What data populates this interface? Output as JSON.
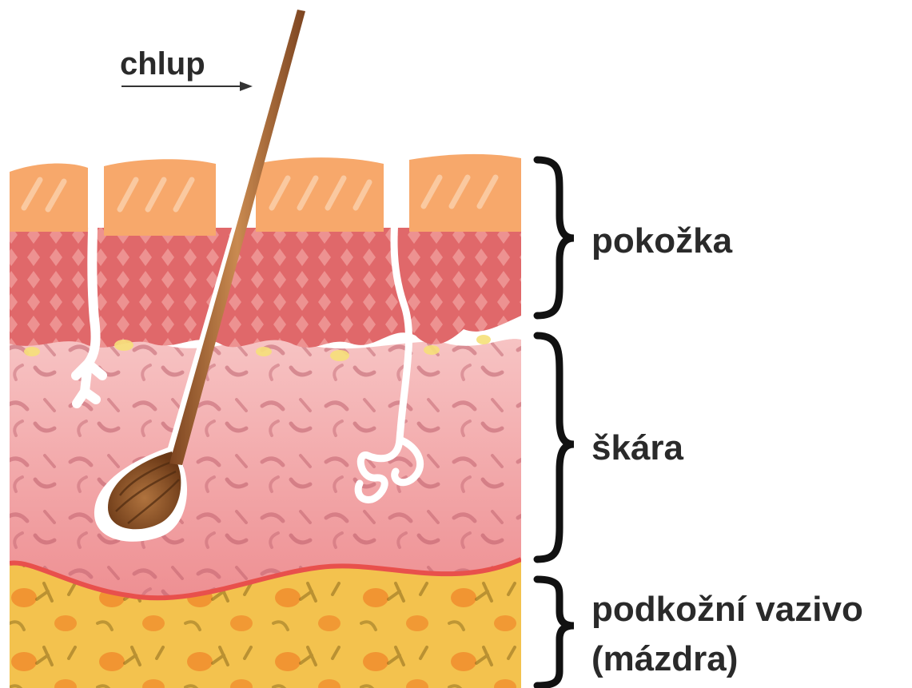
{
  "labels": {
    "hair": "chlup",
    "epidermis": "pokožka",
    "dermis": "škára",
    "subcutis_line1": "podkožní vazivo",
    "subcutis_line2": "(mázdra)"
  },
  "colors": {
    "epidermis_top": "#f7a86b",
    "epidermis_mesh": "#e0686a",
    "dermis": "#f3a3a6",
    "dermis_fibers": "#c0626e",
    "subcutis": "#f3c24e",
    "fat_spots": "#f08a2a",
    "hair": "#a86a38",
    "bulb": "#7c4420",
    "text": "#2a2a2a"
  },
  "icons": {
    "hair_pointer": "arrow-right-icon",
    "layer_brackets": "curly-brace-icon"
  }
}
